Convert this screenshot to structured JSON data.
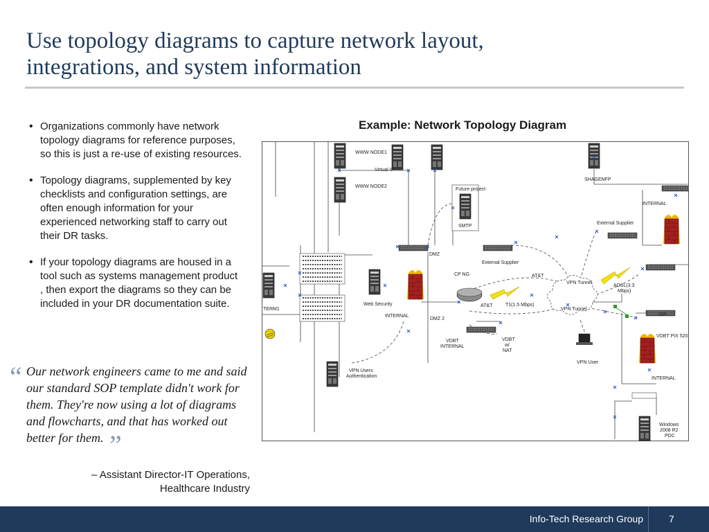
{
  "slide": {
    "title_line1": "Use topology diagrams to capture network layout,",
    "title_line2": "integrations, and system information",
    "page_number": "7"
  },
  "bullets": [
    {
      "text": "Organizations commonly have network topology diagrams for reference purposes, so this is just a re-use of existing resources."
    },
    {
      "text": "Topology diagrams, supplemented by key checklists and configuration settings, are often enough information for your experienced networking staff to carry out their DR tasks."
    },
    {
      "text": "If your topology diagrams are housed in a tool such as systems management product , then export the diagrams so they can be included in your DR documentation suite."
    }
  ],
  "quote": {
    "open_mark": "“",
    "text": "Our network engineers came to me and said our standard SOP template didn't work for them. They're now using a lot of diagrams and flowcharts, and that has worked out better for them.",
    "close_mark": "”",
    "attribution_line1": "– Assistant Director-IT Operations,",
    "attribution_line2": "Healthcare Industry"
  },
  "diagram": {
    "title": "Example: Network Topology Diagram",
    "labels": {
      "www_node1": "WWW NODE1",
      "virtual_ip": "Virtual IP",
      "www_node2": "WWW NODE2",
      "future_project": "Future project",
      "smtp": "SMTP",
      "shagenfp": "SHAGENFP",
      "internal_top": "INTERNAL",
      "external_supplier_right": "External Supplier",
      "dmz": "DMZ",
      "external_supplier_mid": "External Supplier",
      "cp_ng": "CP NG",
      "att_top": "AT&T",
      "vpn_tunnel_top": "VPN Tunnel",
      "adsl_1": "ADSL(3.3",
      "adsl_2": "Mbps)",
      "web_security": "Web Security",
      "term1": "TERM1",
      "internal_mid": "INTERNAL",
      "att_mid": "AT&T",
      "t1": "T1(1.5 Mbps)",
      "vpn_tunnel_bottom": "VPN Tunnel",
      "isp": "ISP",
      "dmz2": "DMZ 2",
      "vdbt_pix": "VDBT PIX 520",
      "vdbt_internal_1": "VDBT",
      "vdbt_internal_2": "INTERNAL",
      "vdbt_nat_1": "VDBT",
      "vdbt_nat_2": "w/",
      "vdbt_nat_3": "NAT",
      "vpn_user": "VPN User",
      "internal_bottom": "INTERNAL",
      "vpn_auth_1": "VPN Users",
      "vpn_auth_2": "Authentication",
      "windows_1": "Windows",
      "windows_2": "2008 R2",
      "windows_3": "PDC"
    }
  },
  "footer": {
    "org": "Info-Tech Research Group"
  }
}
